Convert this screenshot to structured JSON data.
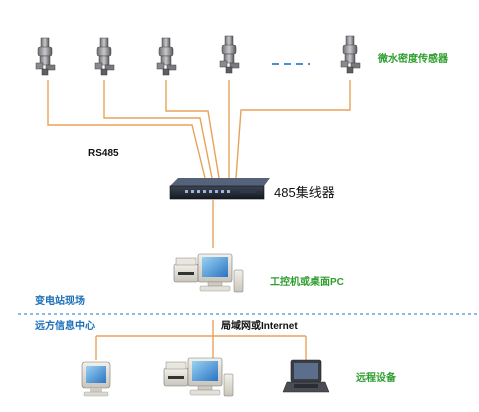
{
  "colors": {
    "wire": "#e8a25a",
    "divider": "#4a90d9",
    "label_green": "#2e9e2e",
    "label_blue": "#1a6fb8"
  },
  "labels": {
    "sensors": "微水密度传感器",
    "bus": "RS485",
    "hub": "485集线器",
    "pc": "工控机或桌面PC",
    "site": "变电站现场",
    "remote_center": "远方信息中心",
    "network": "局域网或Internet",
    "remote_devices": "远程设备"
  },
  "icons": {
    "sensor": "pressure-sensor-icon",
    "ellipsis": "dash-ellipsis-icon",
    "hub": "network-hub-icon",
    "workstation": "workstation-with-printer-icon",
    "monitor": "crt-monitor-icon",
    "laptop": "laptop-icon"
  }
}
